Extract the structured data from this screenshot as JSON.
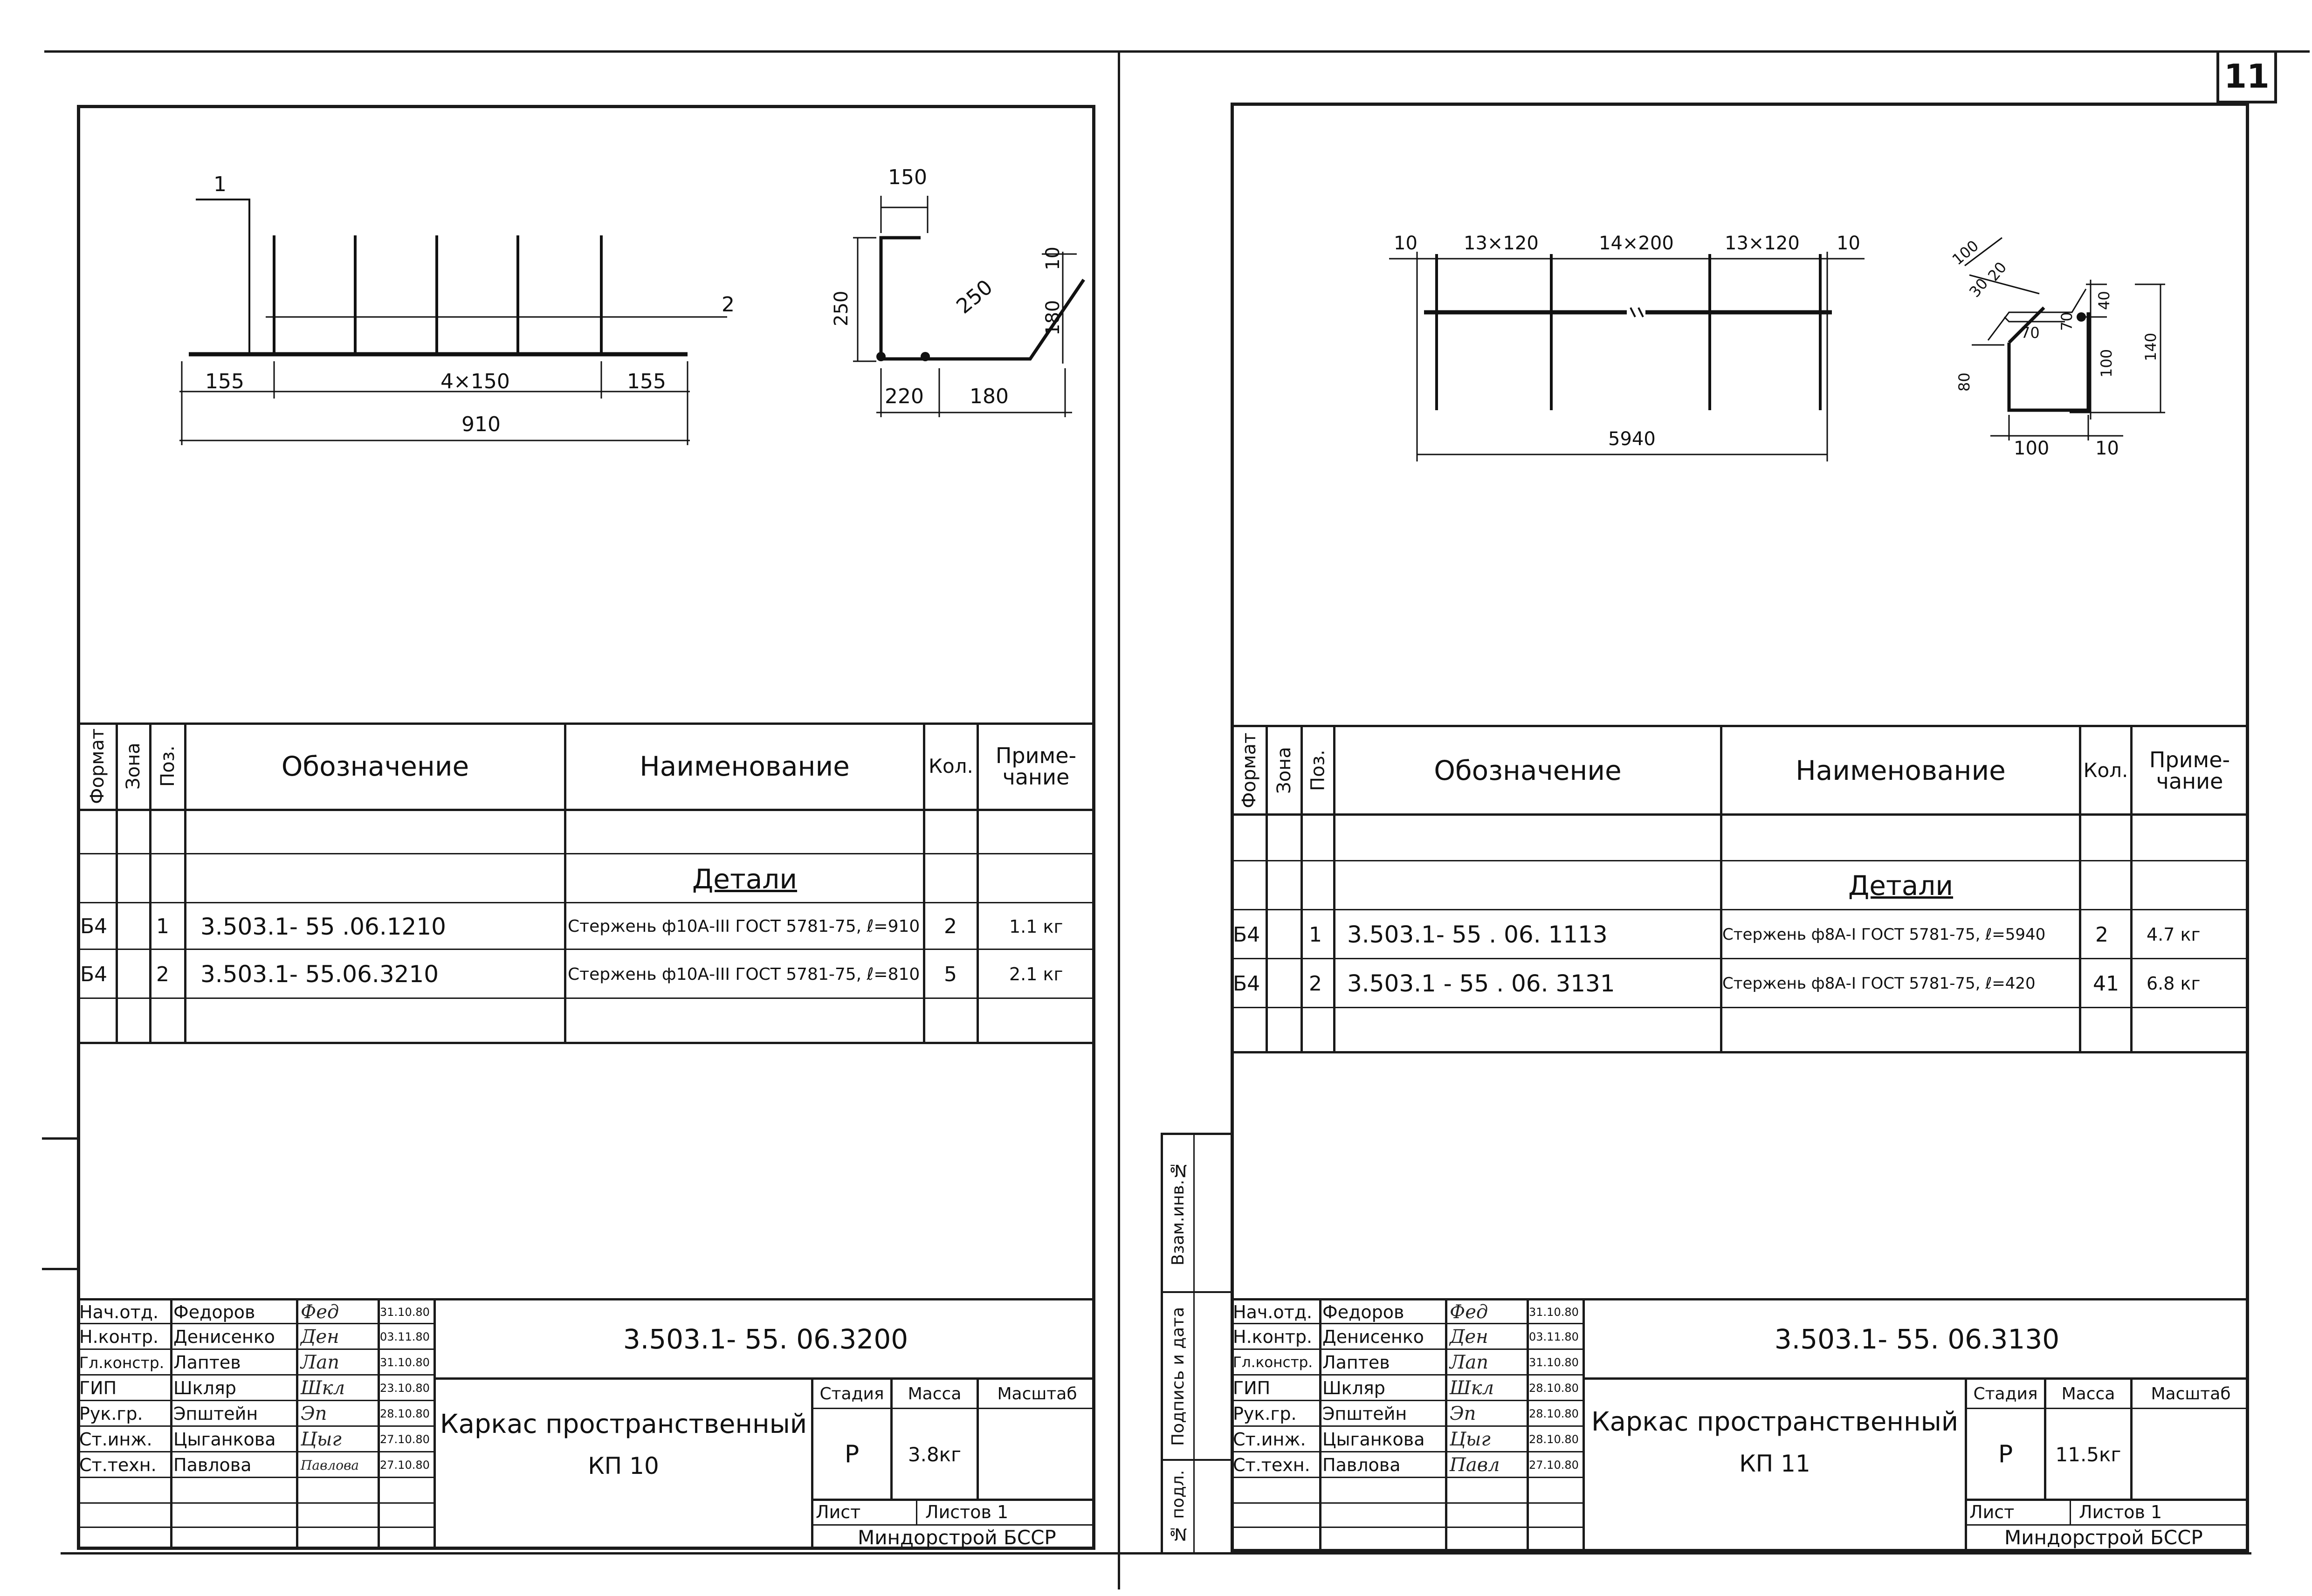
{
  "sheet_number": "11",
  "table_headers": {
    "format": "Формат",
    "zone": "Зона",
    "pos": "Поз.",
    "designation": "Обозначение",
    "name": "Наименование",
    "qty_left": "Кол.",
    "qty_right": "Кол.",
    "note": "Приме-чание"
  },
  "left": {
    "section": "Детали",
    "rows": [
      {
        "format": "Б4",
        "pos": "1",
        "designation": "3.503.1- 55 .06.1210",
        "name": "Стержень ф10А-III ГОСТ 5781-75, ℓ=910",
        "qty": "2",
        "note": "1.1 кг"
      },
      {
        "format": "Б4",
        "pos": "2",
        "designation": "3.503.1- 55.06.3210",
        "name": "Стержень ф10А-III ГОСТ 5781-75, ℓ=810",
        "qty": "5",
        "note": "2.1 кг"
      }
    ],
    "drawing": {
      "leader_1": "1",
      "leader_2": "2",
      "dims": {
        "a": "155",
        "b": "4×150",
        "c": "155",
        "total": "910"
      },
      "bent": {
        "top": "150",
        "h": "250",
        "diag": "250",
        "r1": "10",
        "r2": "180",
        "b1": "220",
        "b2": "180"
      }
    },
    "title_block": {
      "roles": [
        "Нач.отд.",
        "Н.контр.",
        "Гл.констр.",
        "ГИП",
        "Рук.гр.",
        "Ст.инж.",
        "Ст.техн."
      ],
      "names": [
        "Федоров",
        "Денисенко",
        "Лаптев",
        "Шкляр",
        "Эпштейн",
        "Цыганкова",
        "Павлова"
      ],
      "signatures": [
        "Фед",
        "Ден",
        "Лап",
        "Шкл",
        "Эп",
        "Цыг",
        "Павлова"
      ],
      "dates": [
        "31.10.80",
        "03.11.80",
        "31.10.80",
        "23.10.80",
        "28.10.80",
        "27.10.80",
        "27.10.80"
      ],
      "doc_code": "3.503.1- 55. 06.3200",
      "title_line1": "Каркас пространственный",
      "title_line2": "КП 10",
      "stage_label": "Стадия",
      "mass_label": "Масса",
      "scale_label": "Масштаб",
      "stage": "Р",
      "mass": "3.8кг",
      "sheet_label": "Лист",
      "sheets_label": "Листов 1",
      "org": "Миндорстрой БССР"
    }
  },
  "right": {
    "section": "Детали",
    "rows": [
      {
        "format": "Б4",
        "pos": "1",
        "designation": "3.503.1- 55 . 06. 1113",
        "name": "Стержень ф8А-I ГОСТ 5781-75, ℓ=5940",
        "qty": "2",
        "note": "4.7 кг"
      },
      {
        "format": "Б4",
        "pos": "2",
        "designation": "3.503.1 - 55 . 06. 3131",
        "name": "Стержень ф8А-I ГОСТ 5781-75, ℓ=420",
        "qty": "41",
        "note": "6.8 кг"
      }
    ],
    "drawing": {
      "dims": {
        "a": "10",
        "b": "13×120",
        "c": "14×200",
        "d": "13×120",
        "e": "10",
        "total": "5940"
      },
      "bent": {
        "d100": "100",
        "d30": "30",
        "d20": "20",
        "d70a": "70",
        "d70b": "70",
        "d40": "40",
        "d80": "80",
        "d100b": "100",
        "d140": "140",
        "w100": "100",
        "w10": "10"
      }
    },
    "side_stamp": {
      "a": "Взам.инв.№",
      "b": "Подпись и дата",
      "c": "№ подл."
    },
    "title_block": {
      "roles": [
        "Нач.отд.",
        "Н.контр.",
        "Гл.констр.",
        "ГИП",
        "Рук.гр.",
        "Ст.инж.",
        "Ст.техн."
      ],
      "names": [
        "Федоров",
        "Денисенко",
        "Лаптев",
        "Шкляр",
        "Эпштейн",
        "Цыганкова",
        "Павлова"
      ],
      "signatures": [
        "Фед",
        "Ден",
        "Лап",
        "Шкл",
        "Эп",
        "Цыг",
        "Павл"
      ],
      "dates": [
        "31.10.80",
        "03.11.80",
        "31.10.80",
        "28.10.80",
        "28.10.80",
        "28.10.80",
        "27.10.80"
      ],
      "doc_code": "3.503.1- 55. 06.3130",
      "title_line1": "Каркас пространственный",
      "title_line2": "КП 11",
      "stage_label": "Стадия",
      "mass_label": "Масса",
      "scale_label": "Масштаб",
      "stage": "Р",
      "mass": "11.5кг",
      "sheet_label": "Лист",
      "sheets_label": "Листов 1",
      "org": "Миндорстрой БССР"
    }
  }
}
